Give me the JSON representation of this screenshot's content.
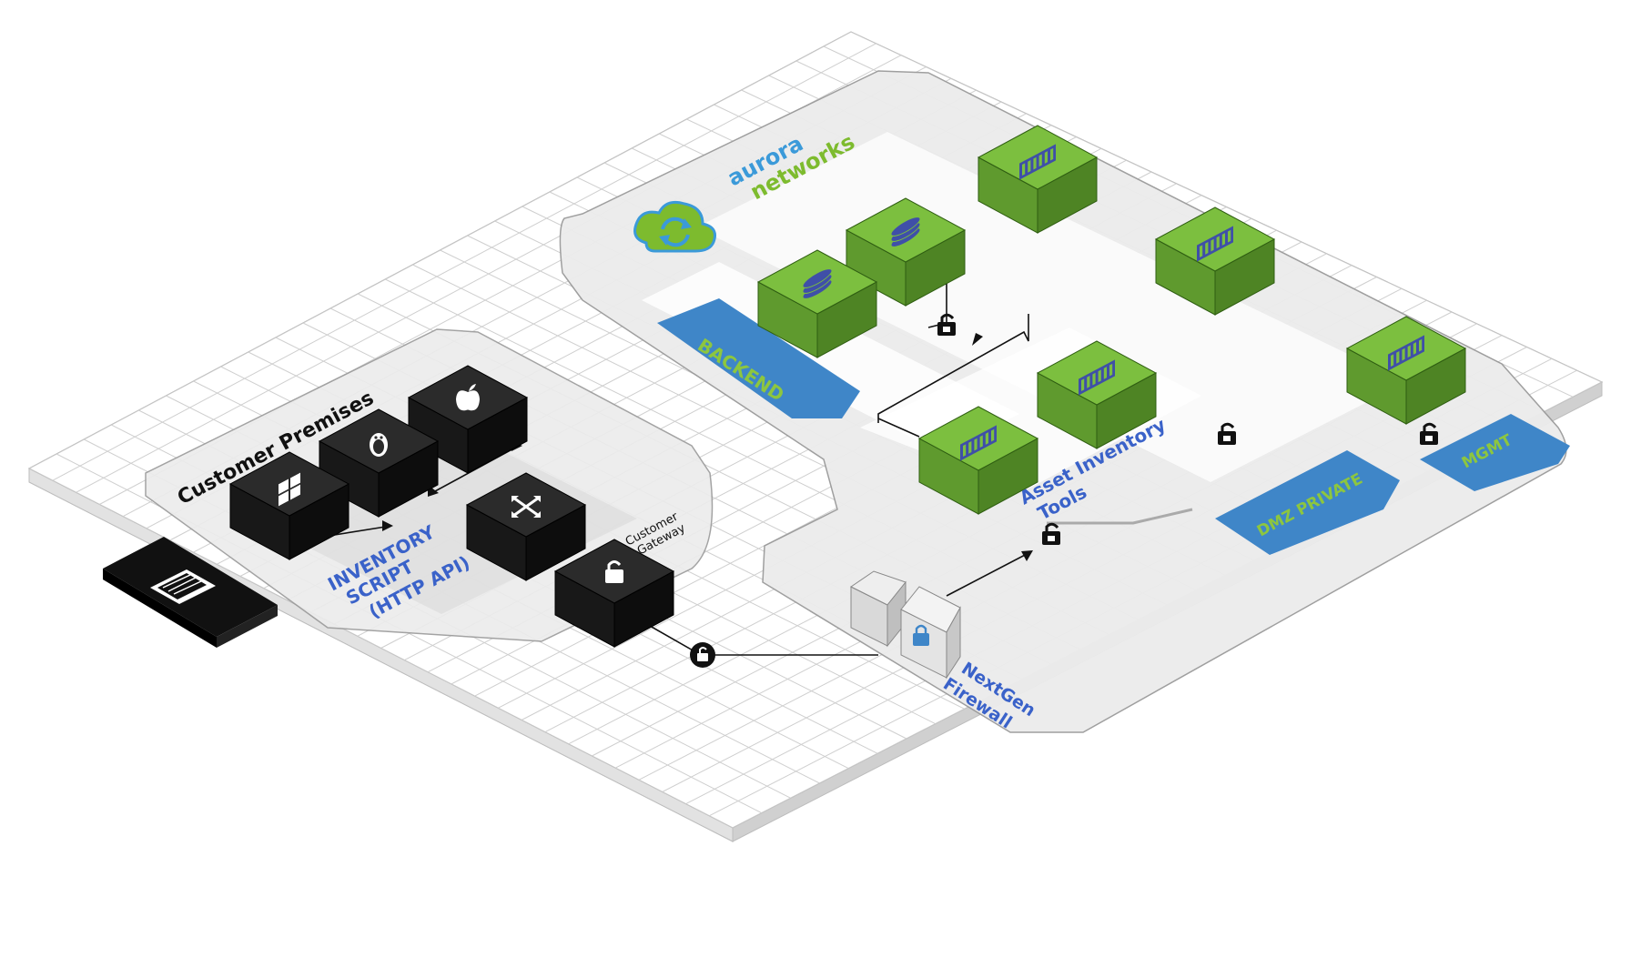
{
  "brand": {
    "line1": "aurora",
    "line2": "networks",
    "color1": "#3b9ad9",
    "color2": "#7dbb2e"
  },
  "zones": {
    "customer_premises": "Customer Premises",
    "backend": "BACKEND",
    "dmz_private": "DMZ PRIVATE",
    "mgmt": "MGMT",
    "asset_tools": [
      "Asset Inventory",
      "Tools"
    ],
    "firewall": [
      "NextGen",
      "Firewall"
    ]
  },
  "labels": {
    "inventory_script": [
      "INVENTORY",
      "SCRIPT",
      "(HTTP API)"
    ],
    "customer_gateway": [
      "Customer",
      "Gateway"
    ]
  },
  "colors": {
    "grid_line": "#c9c9c9",
    "zone_fill": "#ececec",
    "zone_stroke": "#9a9a9a",
    "label_blue": "#3f86c8",
    "label_green": "#8dc63f",
    "node_green": "#6aa83a",
    "node_dark": "#1e1e1e",
    "text_blue": "#3a62c9"
  },
  "icons": {
    "backend_nodes": "database-icon",
    "app_nodes": "server-rack-icon",
    "client_windows": "windows-icon",
    "client_linux": "linux-icon",
    "client_apple": "apple-icon",
    "router": "router-icon",
    "gateway": "lock-icon",
    "office": "building-icon",
    "firewall": "firewall-icon"
  }
}
